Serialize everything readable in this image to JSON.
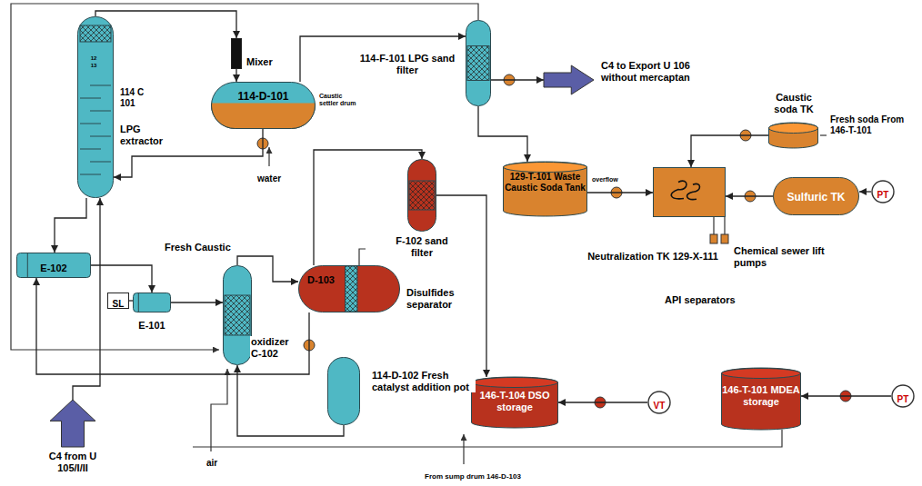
{
  "diagram": {
    "nodes": [
      {
        "text": [
          "114 C 101",
          "LPG extractor"
        ]
      },
      {
        "text": [
          "Mixer"
        ]
      },
      {
        "text": [
          "114-D-101",
          "Caustic settler drum"
        ]
      },
      {
        "text": [
          "114-F-101 LPG sand filter"
        ]
      },
      {
        "text": [
          "C4 to Export U 106 without mercaptan"
        ]
      },
      {
        "text": [
          "Caustic soda TK"
        ]
      },
      {
        "text": [
          "129-T-101 Waste Caustic Soda Tank"
        ]
      },
      {
        "text": [
          "Neutralization TK 129-X-111"
        ]
      },
      {
        "text": [
          "Sulfuric TK"
        ]
      },
      {
        "text": [
          "PT"
        ]
      },
      {
        "text": [
          "E-102"
        ]
      },
      {
        "text": [
          "SL"
        ]
      },
      {
        "text": [
          "E-101"
        ]
      },
      {
        "text": [
          "oxidizer C-102"
        ]
      },
      {
        "text": [
          "D-103",
          "Disulfides separator"
        ]
      },
      {
        "text": [
          "F-102 sand filter"
        ]
      },
      {
        "text": [
          "114-D-102 Fresh catalyst addition pot"
        ]
      },
      {
        "text": [
          "146-T-104 DSO storage"
        ]
      },
      {
        "text": [
          "VT"
        ]
      },
      {
        "text": [
          "146-T-101 MDEA storage"
        ]
      },
      {
        "text": [
          "PT"
        ]
      },
      {
        "text": [
          "C4 from U 105/I/II"
        ]
      }
    ],
    "edges": [
      {
        "from": 21,
        "to": 0,
        "arrow": "to"
      },
      {
        "from": 0,
        "to": 1,
        "arrow": "to"
      },
      {
        "from": 1,
        "to": 2,
        "arrow": "to"
      },
      {
        "from": 2,
        "to": 3,
        "arrow": "to"
      },
      {
        "from": 3,
        "to": 4,
        "arrow": "to"
      },
      {
        "from": 2,
        "to": 0,
        "arrow": "to"
      },
      {
        "from": 0,
        "to": 10,
        "arrow": "to"
      },
      {
        "from": 10,
        "to": 12,
        "arrow": "to"
      },
      {
        "from": 12,
        "to": 13,
        "arrow": "to"
      },
      {
        "from": 11,
        "to": 12,
        "arrow": "none"
      },
      {
        "from": 13,
        "to": 14,
        "arrow": "to"
      },
      {
        "from": 14,
        "to": 15,
        "arrow": "to"
      },
      {
        "from": 15,
        "to": 17,
        "arrow": "to"
      },
      {
        "from": 14,
        "to": 10,
        "arrow": "to"
      },
      {
        "from": 16,
        "to": 13,
        "arrow": "to"
      },
      {
        "from": 3,
        "to": 6,
        "arrow": "to"
      },
      {
        "from": 6,
        "to": 7,
        "arrow": "to"
      },
      {
        "from": 5,
        "to": 7,
        "arrow": "to"
      },
      {
        "from": 8,
        "to": 7,
        "arrow": "to"
      },
      {
        "from": 9,
        "to": 8,
        "arrow": "to"
      },
      {
        "from": 18,
        "to": 17,
        "arrow": "to"
      },
      {
        "from": 20,
        "to": 19,
        "arrow": "to"
      }
    ],
    "labels": [
      "12",
      "13",
      "Fresh soda From 146-T-101",
      "water",
      "Fresh Caustic",
      "air",
      "From sump drum 146-D-103",
      "Chemical sewer lift pumps",
      "API separators",
      "overflow"
    ]
  }
}
